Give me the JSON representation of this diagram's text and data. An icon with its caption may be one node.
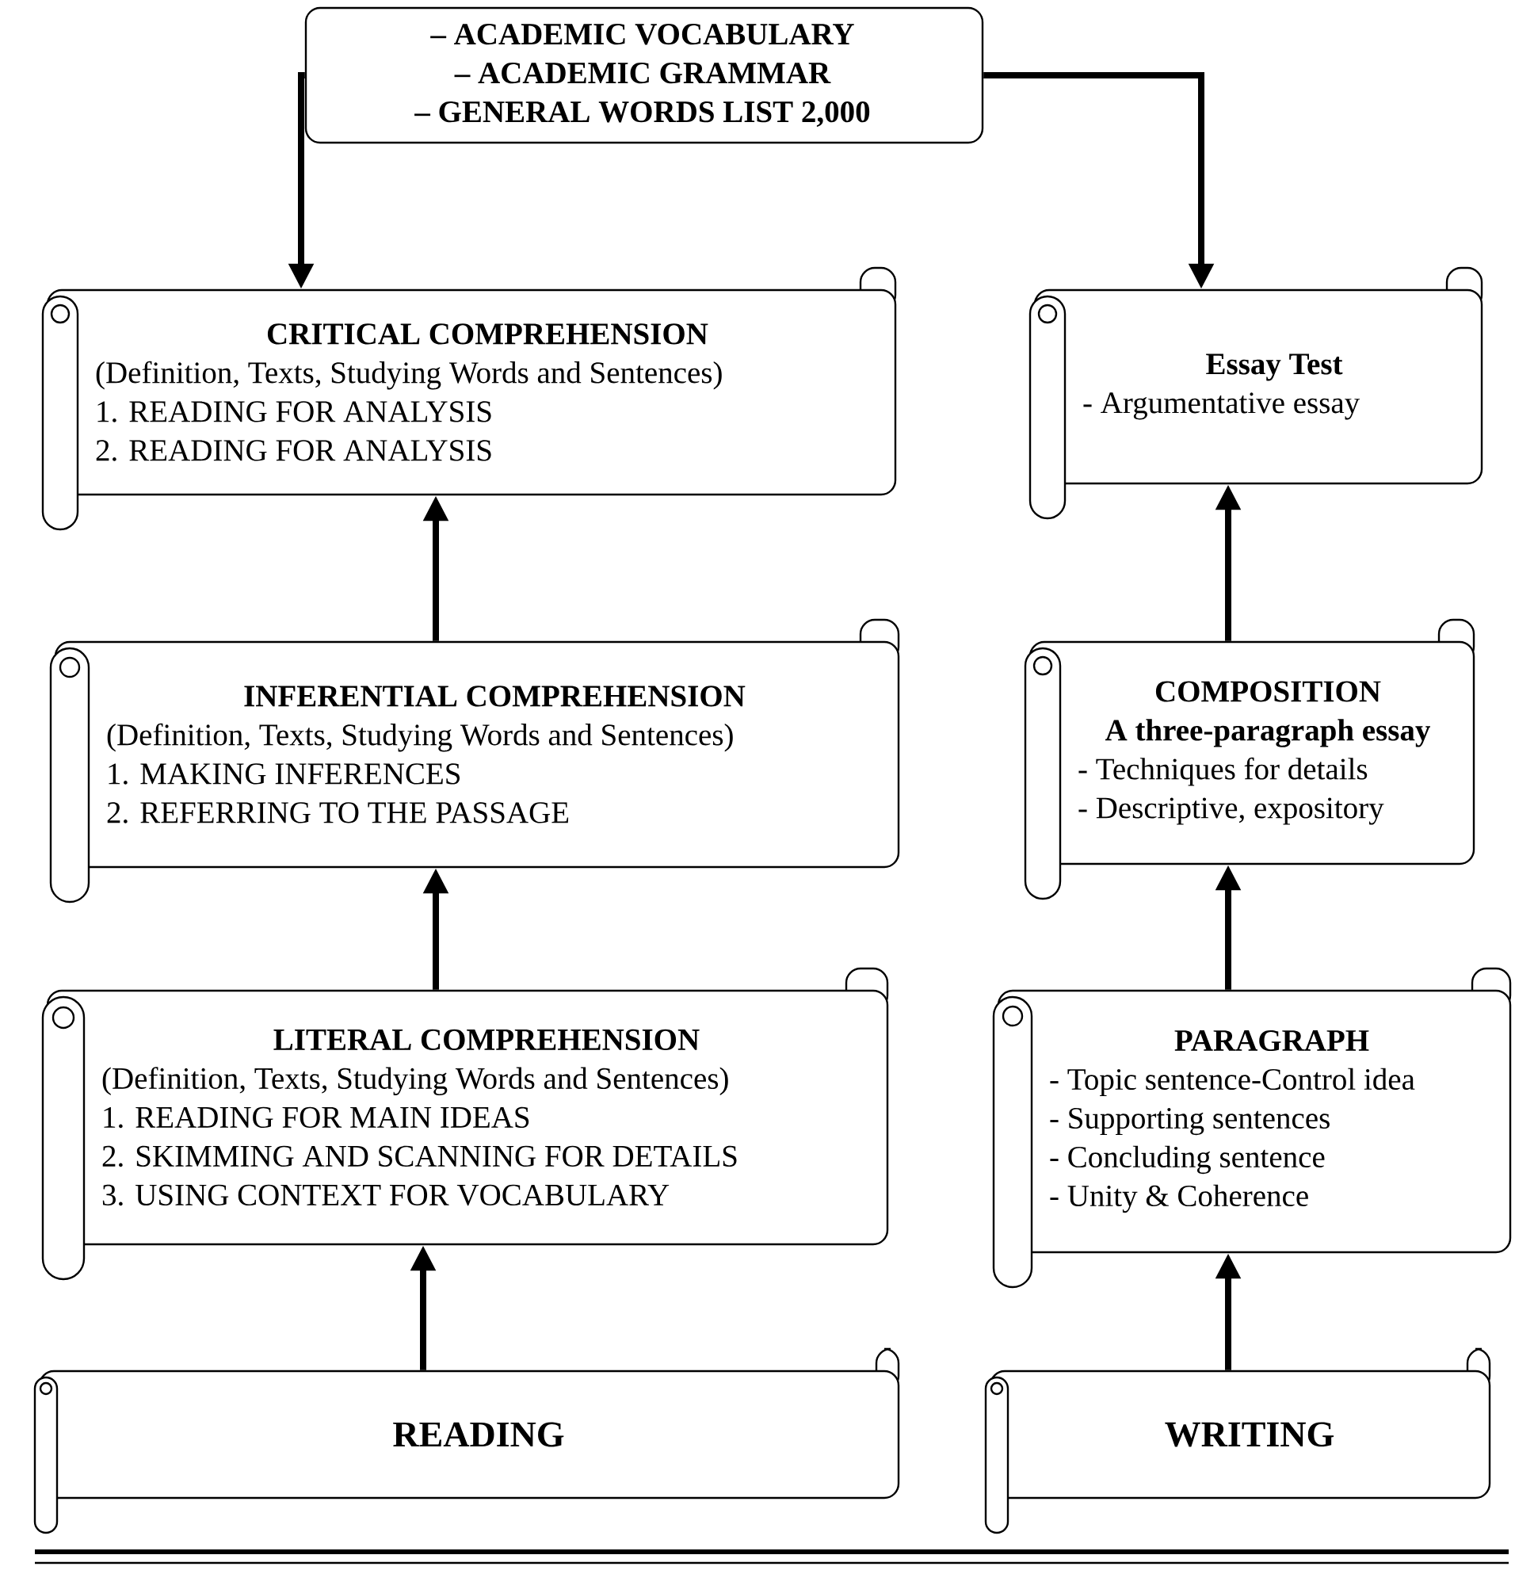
{
  "diagram": {
    "nodes": [
      {
        "text": [
          "– ACADEMIC VOCABULARY",
          "– ACADEMIC GRAMMAR",
          "– GENERAL WORDS LIST 2,000"
        ]
      },
      {
        "text": [
          "CRITICAL COMPREHENSION",
          "(Definition, Texts, Studying Words and Sentences)",
          "1.  READING FOR ANALYSIS",
          "2.  READING FOR ANALYSIS"
        ]
      },
      {
        "text": [
          "Essay Test",
          "-   Argumentative essay"
        ]
      },
      {
        "text": [
          "INFERENTIAL COMPREHENSION",
          "(Definition, Texts, Studying Words and Sentences)",
          "1. MAKING INFERENCES",
          "2. REFERRING TO THE PASSAGE"
        ]
      },
      {
        "text": [
          "COMPOSITION",
          "A three-paragraph essay",
          "-   Techniques for details",
          "-   Descriptive, expository"
        ]
      },
      {
        "text": [
          "LITERAL COMPREHENSION",
          "(Definition, Texts, Studying Words and Sentences)",
          "1.   READING FOR MAIN IDEAS",
          "2.   SKIMMING AND SCANNING FOR DETAILS",
          "3.   USING CONTEXT FOR VOCABULARY"
        ]
      },
      {
        "text": [
          "PARAGRAPH",
          "-  Topic sentence-Control idea",
          "-  Supporting sentences",
          "-  Concluding sentence",
          "-  Unity & Coherence"
        ]
      },
      {
        "text": [
          "READING"
        ]
      },
      {
        "text": [
          "WRITING"
        ]
      }
    ],
    "edges": [
      {
        "from": 0,
        "to": 1,
        "arrow": "to"
      },
      {
        "from": 0,
        "to": 2,
        "arrow": "to"
      },
      {
        "from": 3,
        "to": 1,
        "arrow": "to"
      },
      {
        "from": 4,
        "to": 2,
        "arrow": "to"
      },
      {
        "from": 5,
        "to": 3,
        "arrow": "to"
      },
      {
        "from": 6,
        "to": 4,
        "arrow": "to"
      },
      {
        "from": 7,
        "to": 5,
        "arrow": "to"
      },
      {
        "from": 8,
        "to": 6,
        "arrow": "to"
      }
    ]
  }
}
